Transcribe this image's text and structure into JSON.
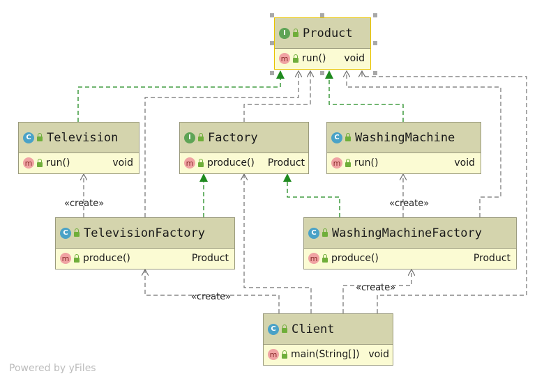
{
  "classes": {
    "product": {
      "kind_icon": "I",
      "name": "Product",
      "method": "run()",
      "return": "void"
    },
    "television": {
      "kind_icon": "C",
      "name": "Television",
      "method": "run()",
      "return": "void"
    },
    "factory": {
      "kind_icon": "I",
      "name": "Factory",
      "method": "produce()",
      "return": "Product"
    },
    "washing_machine": {
      "kind_icon": "C",
      "name": "WashingMachine",
      "method": "run()",
      "return": "void"
    },
    "television_factory": {
      "kind_icon": "C",
      "name": "TelevisionFactory",
      "method": "produce()",
      "return": "Product"
    },
    "washing_machine_factory": {
      "kind_icon": "C",
      "name": "WashingMachineFactory",
      "method": "produce()",
      "return": "Product"
    },
    "client": {
      "kind_icon": "C",
      "name": "Client",
      "method": "main(String[])",
      "return": "void"
    }
  },
  "method_icon": "m",
  "labels": {
    "create_tv": "«create»",
    "create_wm": "«create»",
    "create_tvf": "«create»",
    "create_wmf": "«create»"
  },
  "watermark": "Powered by yFiles",
  "colors": {
    "realization": "#1f8a1f",
    "dependency": "#707070",
    "header": "#d4d4ad",
    "body": "#fbfbd3",
    "selection": "#e8c300"
  }
}
